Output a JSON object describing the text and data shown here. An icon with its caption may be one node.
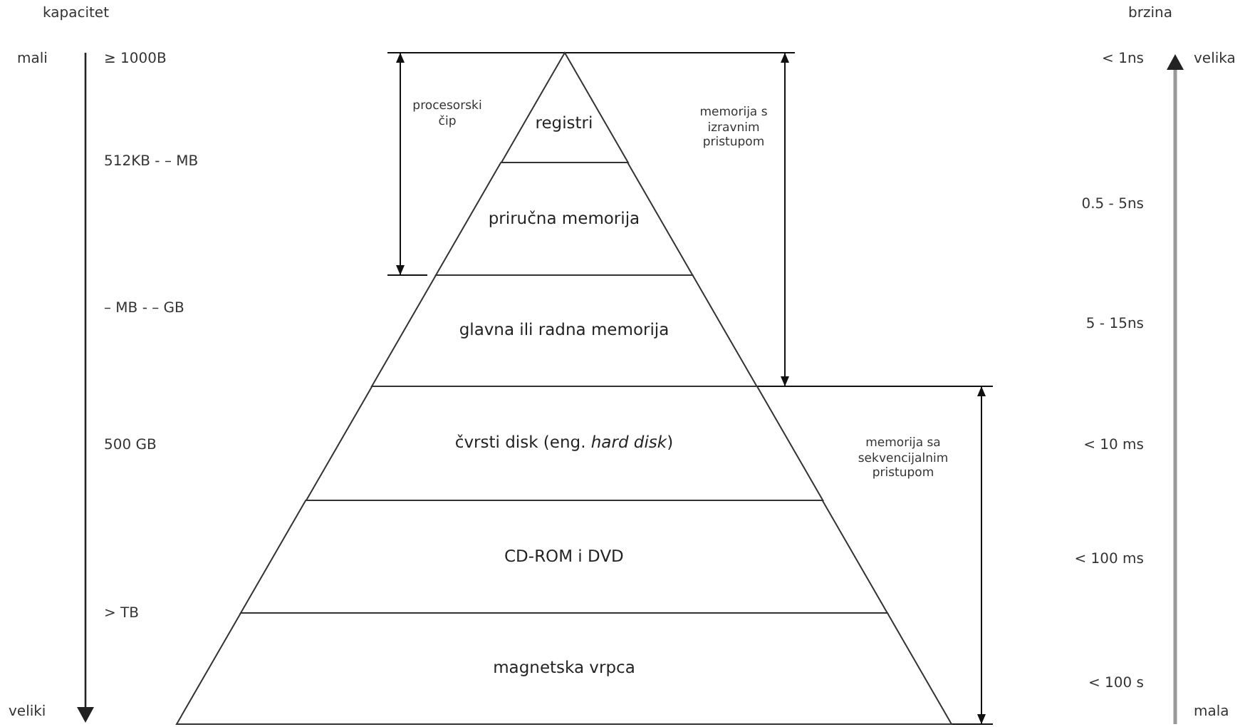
{
  "diagram": {
    "nodes": [
      {
        "text": [
          "registri"
        ]
      },
      {
        "text": [
          "priručna memorija"
        ]
      },
      {
        "text": [
          "glavna ili radna memorija"
        ]
      },
      {
        "text": [
          "čvrsti disk (eng. *hard disk*)"
        ]
      },
      {
        "text": [
          "CD-ROM i DVD"
        ]
      },
      {
        "text": [
          "magnetska vrpca"
        ]
      }
    ],
    "labels": [
      "kapacitet",
      "brzina",
      "mali",
      "≥ 1000B",
      "< 1ns",
      "velika",
      "procesorski čip",
      "memorija s izravnim pristupom",
      "512KB - – MB",
      "0.5 - 5ns",
      "– MB - – GB",
      "5 - 15ns",
      "500 GB",
      "memorija sa sekvencijalnim pristupom",
      "< 10 ms",
      "< 100 ms",
      "> TB",
      "< 100 s",
      "veliki",
      "mala"
    ]
  }
}
